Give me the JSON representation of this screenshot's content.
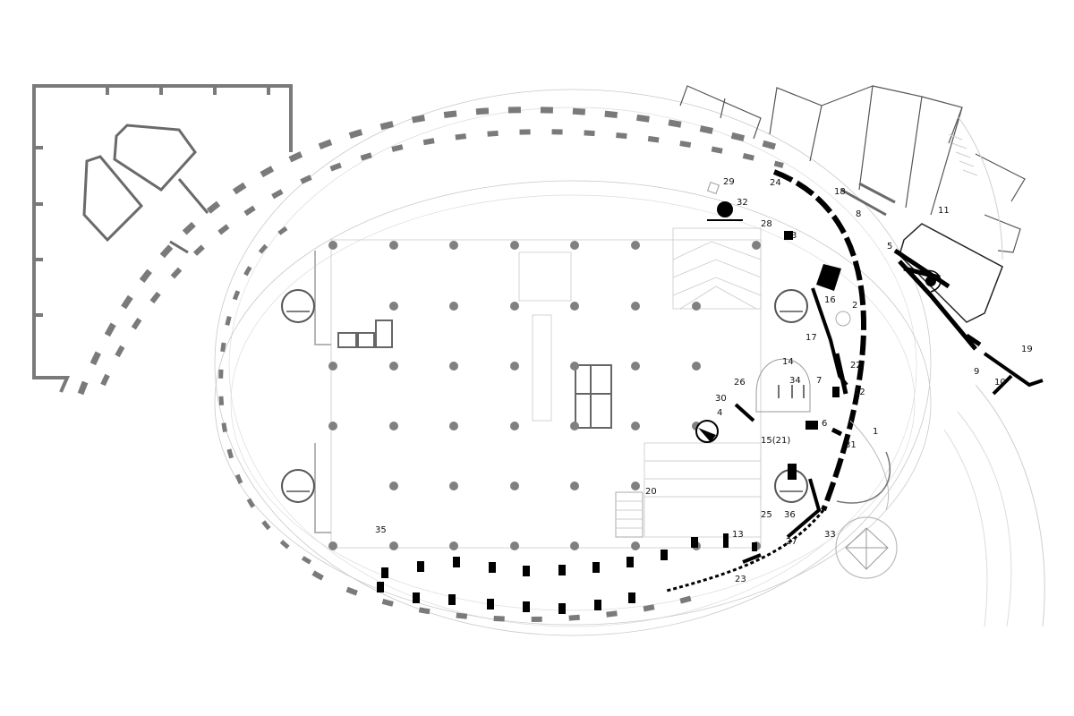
{
  "palette": {
    "background": "#ffffff",
    "gray_structure": "#7a7a7a",
    "black_structure": "#000000",
    "thin_line": "#c9c9c9"
  },
  "labels": [
    "1",
    "2",
    "3",
    "4",
    "5",
    "6",
    "7",
    "8",
    "9",
    "10",
    "11",
    "12",
    "13",
    "14",
    "15(21)",
    "16",
    "17",
    "18",
    "19",
    "20",
    "22",
    "23",
    "24",
    "25",
    "26",
    "27",
    "28",
    "29",
    "30",
    "31",
    "32",
    "33",
    "34",
    "35",
    "36"
  ]
}
